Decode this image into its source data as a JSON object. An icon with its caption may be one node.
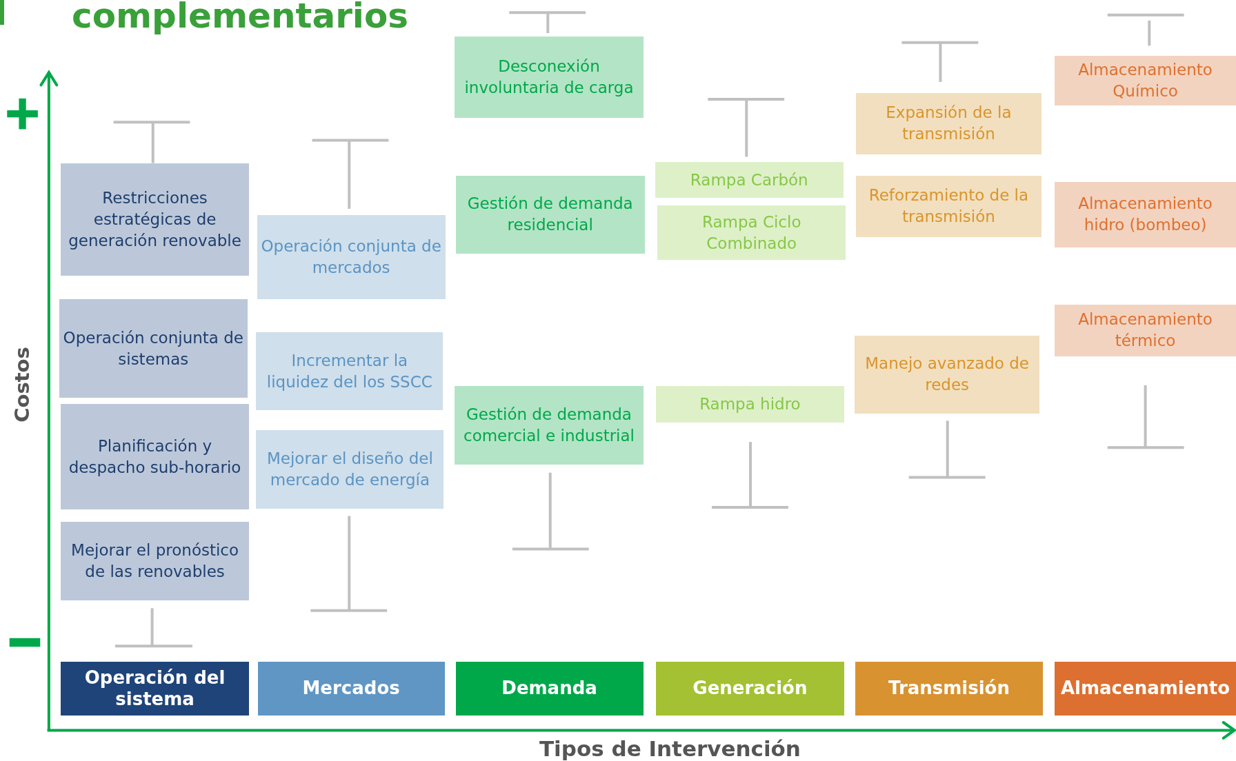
{
  "diagram": {
    "title": "complementarios",
    "nodes": [
      {
        "text": [
          "Restricciones estratégicas de generación renovable"
        ]
      },
      {
        "text": [
          "Operación conjunta de sistemas"
        ]
      },
      {
        "text": [
          "Planificación y despacho sub-horario"
        ]
      },
      {
        "text": [
          "Mejorar el pronóstico de las renovables"
        ]
      },
      {
        "text": [
          "Operación conjunta de mercados"
        ]
      },
      {
        "text": [
          "Incrementar la liquidez del los SSCC"
        ]
      },
      {
        "text": [
          "Mejorar el diseño del mercado de energía"
        ]
      },
      {
        "text": [
          "Desconexión involuntaria de carga"
        ]
      },
      {
        "text": [
          "Gestión de demanda residencial"
        ]
      },
      {
        "text": [
          "Gestión de demanda comercial e industrial"
        ]
      },
      {
        "text": [
          "Rampa Carbón"
        ]
      },
      {
        "text": [
          "Rampa Ciclo Combinado"
        ]
      },
      {
        "text": [
          "Rampa hidro"
        ]
      },
      {
        "text": [
          "Expansión de la transmisión"
        ]
      },
      {
        "text": [
          "Reforzamiento de la transmisión"
        ]
      },
      {
        "text": [
          "Manejo avanzado de redes"
        ]
      },
      {
        "text": [
          "Almacenamiento Químico"
        ]
      },
      {
        "text": [
          "Almacenamiento hidro (bombeo)"
        ]
      },
      {
        "text": [
          "Almacenamiento térmico"
        ]
      },
      {
        "text": [
          "Operación del sistema"
        ]
      },
      {
        "text": [
          "Mercados"
        ]
      },
      {
        "text": [
          "Demanda"
        ]
      },
      {
        "text": [
          "Generación"
        ]
      },
      {
        "text": [
          "Transmisión"
        ]
      },
      {
        "text": [
          "Almacenamiento"
        ]
      }
    ],
    "labels": [
      "Costos",
      "Tipos de Intervención"
    ]
  }
}
